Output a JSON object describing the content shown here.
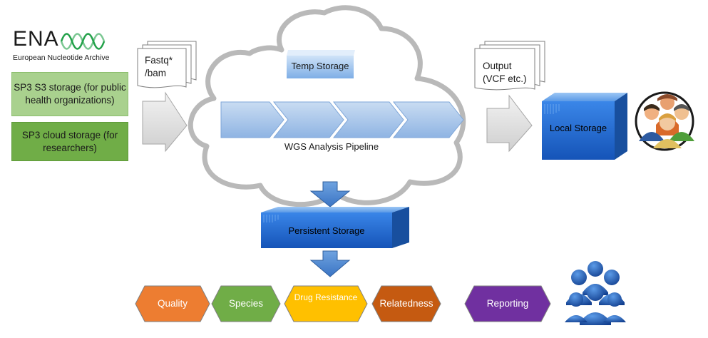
{
  "ena": {
    "title": "ENA",
    "subtitle": "European Nucleotide Archive"
  },
  "sources": {
    "public": "SP3 S3 storage (for public health organizations)",
    "researchers": "SP3 cloud storage (for researchers)"
  },
  "input_docs": {
    "line1": "Fastq*",
    "line2": "/bam"
  },
  "cloud": {
    "temp_storage": "Temp Storage",
    "pipeline": "WGS Analysis Pipeline"
  },
  "output_docs": {
    "line1": "Output",
    "line2": "(VCF etc.)"
  },
  "local_storage": "Local Storage",
  "persistent_storage": "Persistent Storage",
  "modules": [
    {
      "label": "Quality",
      "color": "#ED7D31"
    },
    {
      "label": "Species",
      "color": "#70AD47"
    },
    {
      "label": "Drug Resistance",
      "color": "#FFC000"
    },
    {
      "label": "Relatedness",
      "color": "#C55A11"
    },
    {
      "label": "Reporting",
      "color": "#7030A0"
    }
  ],
  "colors": {
    "light_green": "#A9D18E",
    "green": "#70AD47",
    "blue": "#2E75D6",
    "light_blue": "#BDD7EE",
    "arrow_blue": "#4A86D0",
    "gray_arrow": "#D9D9D9"
  }
}
